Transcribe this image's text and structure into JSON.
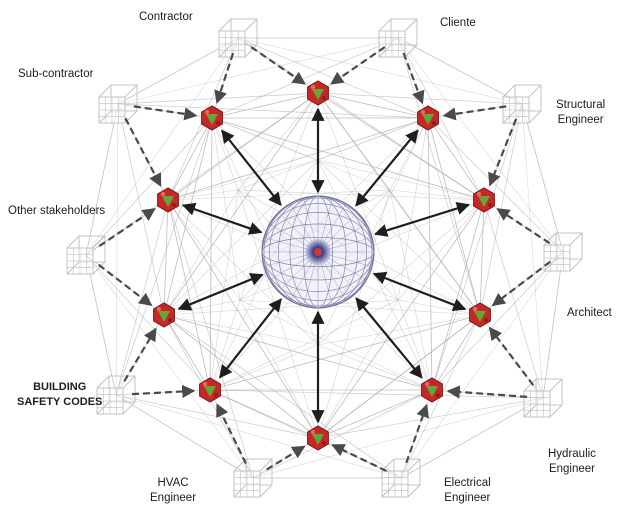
{
  "stakeholders": [
    {
      "id": "contractor",
      "lines": [
        "Contractor"
      ]
    },
    {
      "id": "cliente",
      "lines": [
        "Cliente"
      ]
    },
    {
      "id": "structural-engineer",
      "lines": [
        "Structural",
        "Engineer"
      ]
    },
    {
      "id": "architect",
      "lines": [
        "Architect"
      ]
    },
    {
      "id": "hydraulic-engineer",
      "lines": [
        "Hydraulic",
        "Engineer"
      ]
    },
    {
      "id": "electrical-engineer",
      "lines": [
        "Electrical",
        "Engineer"
      ]
    },
    {
      "id": "hvac-engineer",
      "lines": [
        "HVAC",
        "Engineer"
      ]
    },
    {
      "id": "building-safety-codes",
      "lines": [
        "BUILDING",
        "SAFETY CODES"
      ]
    },
    {
      "id": "other-stakeholders",
      "lines": [
        "Other stakeholders"
      ]
    },
    {
      "id": "sub-contractor",
      "lines": [
        "Sub-contractor"
      ]
    }
  ],
  "colors": {
    "node_red": "#c62828",
    "node_green": "#5fae3a",
    "network_line": "#a9a9a9",
    "arrow": "#1e1e1e",
    "dashed_arrow": "#4a4a4a",
    "cube_line": "#bdbdbd",
    "hub_mesh": "#6e6e9a"
  },
  "icons": [
    "wireframe-cube-icon",
    "red-node-icon",
    "wireframe-sphere-icon"
  ]
}
